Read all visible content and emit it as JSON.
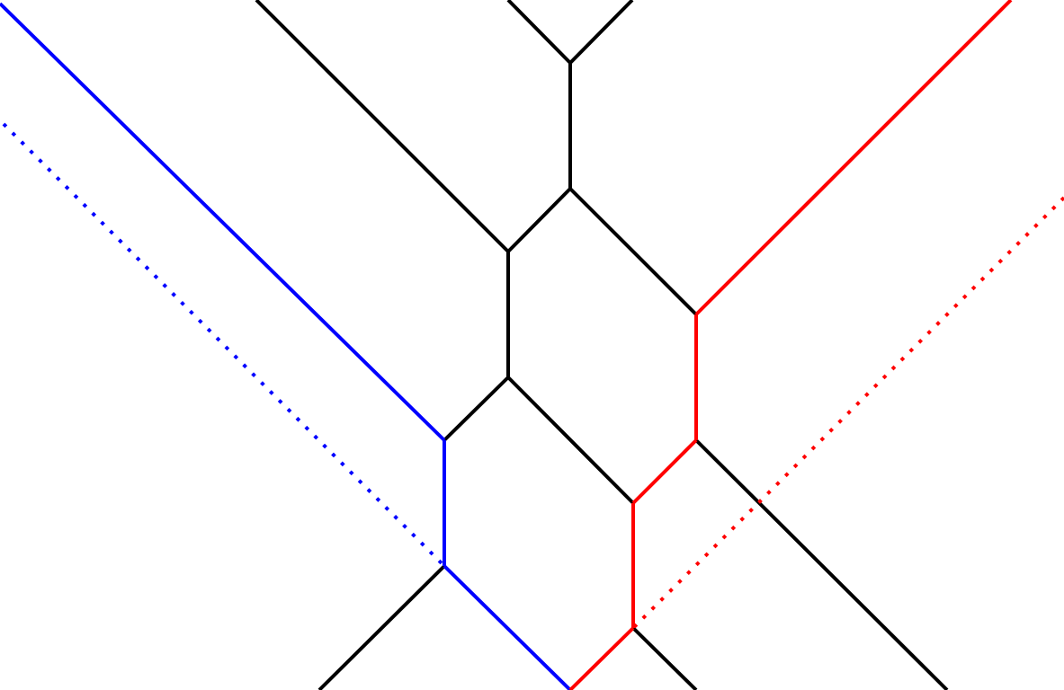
{
  "diagram": {
    "colors": {
      "black": "#000000",
      "blue": "#0000ff",
      "red": "#ff0000"
    },
    "legend": {
      "black_segments": "black",
      "blue_path": "blue",
      "blue_path_style": "solid",
      "blue_dotted_path_style": "dotted",
      "red_path": "red",
      "red_path_style": "solid",
      "red_dotted_path_style": "dotted"
    }
  }
}
